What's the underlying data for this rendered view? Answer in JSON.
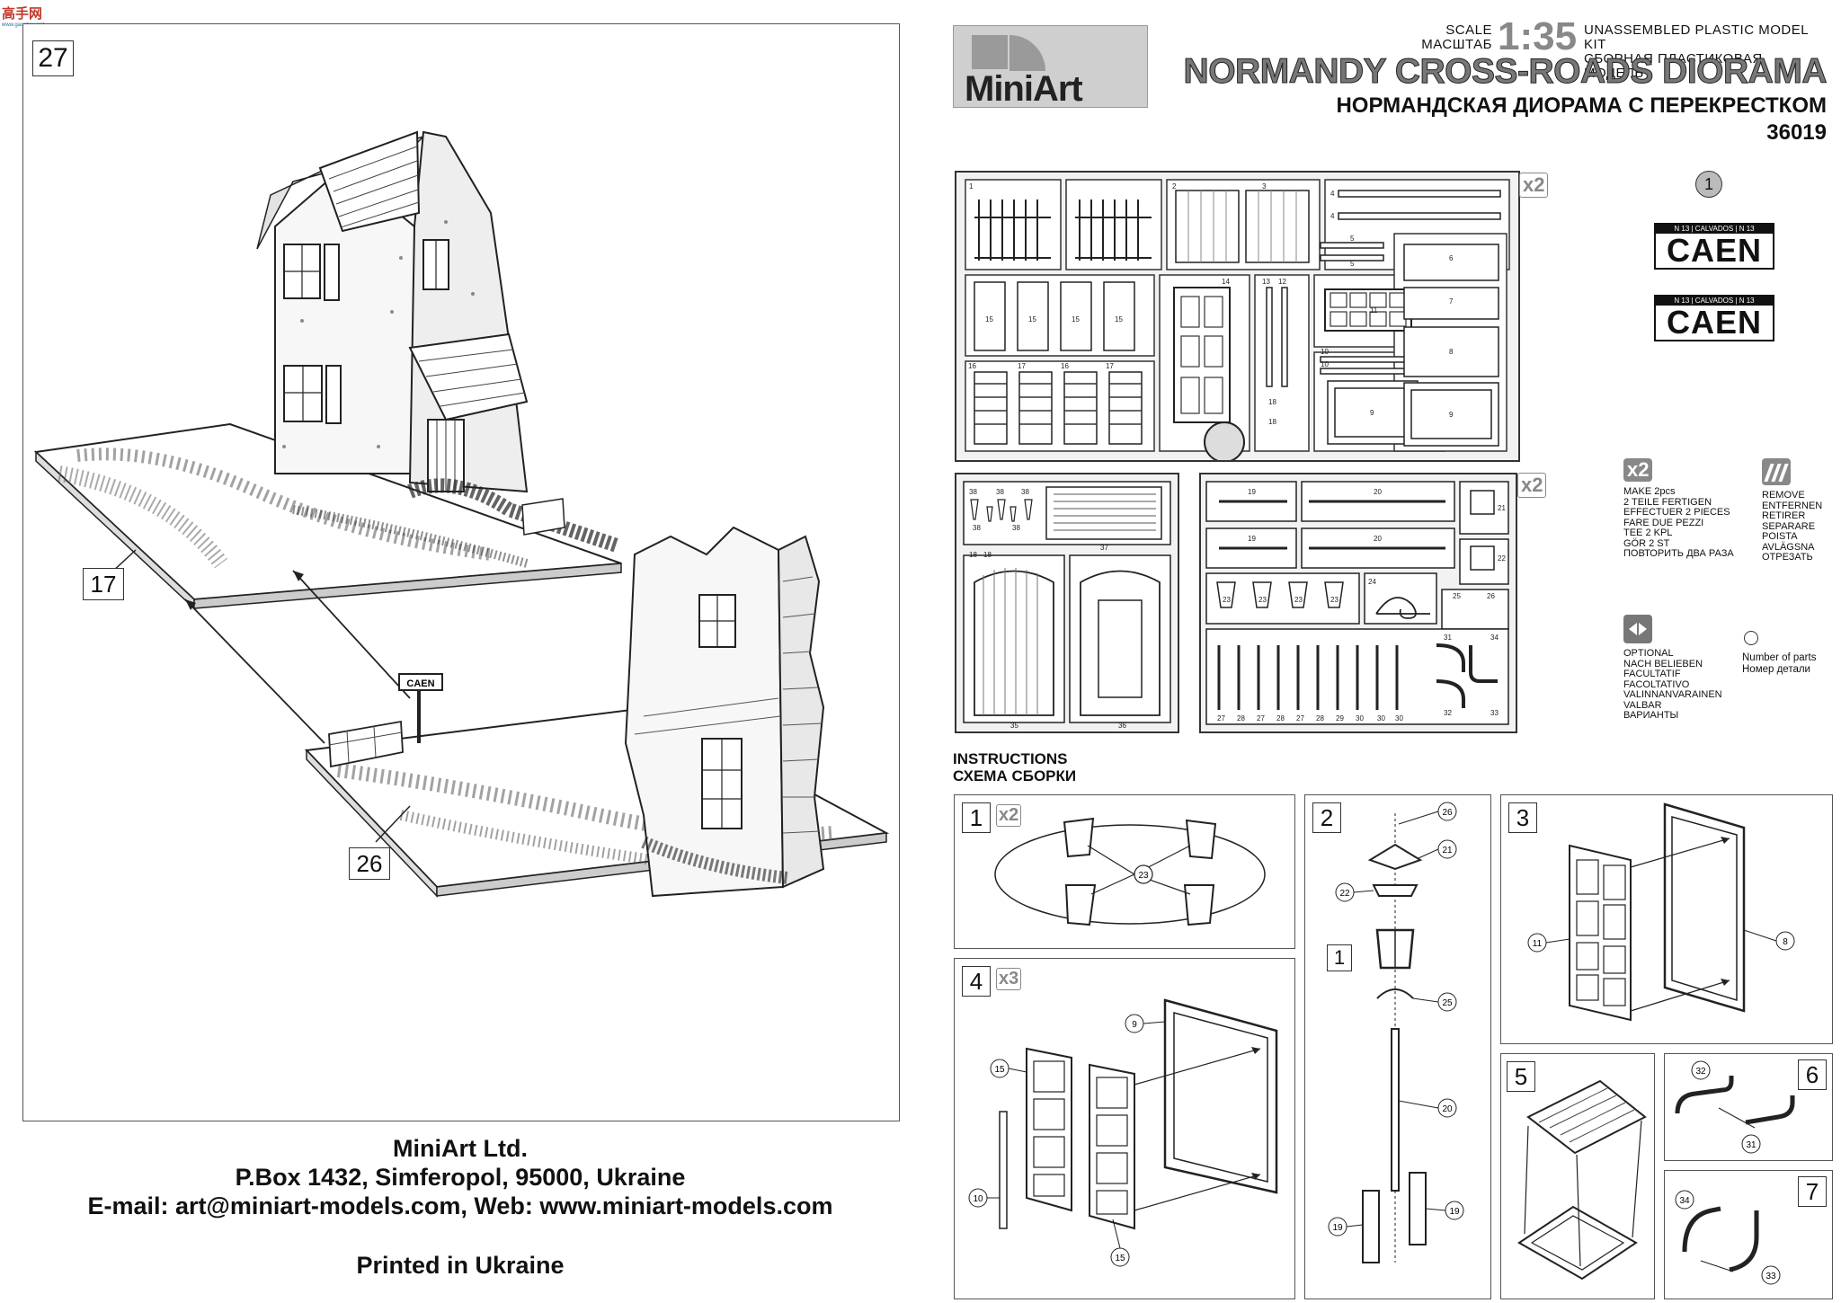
{
  "watermark": {
    "text": "高手网"
  },
  "header": {
    "logo": "MiniArt",
    "scale_label_en": "SCALE",
    "scale_label_ru": "МАСШТАБ",
    "scale_value": "1:35",
    "kit_type_en": "UNASSEMBLED PLASTIC MODEL KIT",
    "kit_type_ru": "СБОРНАЯ ПЛАСТИКОВАЯ МОДЕЛЬ",
    "title_en": "NORMANDY CROSS-ROADS DIORAMA",
    "title_ru": "НОРМАНДСКАЯ ДИОРАМА С ПЕРЕКРЕСТКОМ",
    "kit_number": "36019"
  },
  "overview": {
    "step_number": "27",
    "callouts": [
      "17",
      "26"
    ],
    "sign_text": "CAEN"
  },
  "footer": {
    "company": "MiniArt Ltd.",
    "address": "P.Box 1432, Simferopol,  95000, Ukraine",
    "contact": "E-mail: art@miniart-models.com, Web: www.miniart-models.com",
    "printed": "Printed in Ukraine"
  },
  "sprues": {
    "sprue_a_multiplier": "x2",
    "sprue_b_multiplier": "x2",
    "decal_number": "1",
    "decal_header": "N 13 | CALVADOS | N 13",
    "decal_text": "CAEN"
  },
  "legend": {
    "make2": {
      "icon": "x2",
      "lines": [
        "MAKE 2pcs",
        "2 TEILE FERTIGEN",
        "EFFECTUER 2 PIECES",
        "FARE DUE PEZZI",
        "TEE 2 KPL",
        "GÖR 2 ST",
        "ПОВТОРИТЬ ДВА РАЗА"
      ]
    },
    "remove": {
      "icon": "remove-icon",
      "lines": [
        "REMOVE",
        "ENTFERNEN",
        "RETIRER",
        "SEPARARE",
        "POISTA",
        "AVLÄGSNA",
        "ОТРЕЗАТЬ"
      ]
    },
    "optional": {
      "icon": "optional-icon",
      "lines": [
        "OPTIONAL",
        "NACH BELIEBEN",
        "FACULTATIF",
        "FACOLTATIVO",
        "VALINNANVARAINEN",
        "VALBAR",
        "ВАРИАНТЫ"
      ]
    },
    "number_of_parts": {
      "icon": "circle-icon",
      "lines": [
        "Number of parts",
        "Номер детали"
      ]
    }
  },
  "instructions": {
    "title_en": "INSTRUCTIONS",
    "title_ru": "СХЕМА СБОРКИ",
    "steps": [
      {
        "number": "1",
        "multiplier": "x2",
        "parts": [
          "23"
        ]
      },
      {
        "number": "2",
        "parts": [
          "26",
          "21",
          "22",
          "1",
          "25",
          "20",
          "19",
          "19"
        ]
      },
      {
        "number": "3",
        "parts": [
          "11",
          "8"
        ]
      },
      {
        "number": "4",
        "multiplier": "x3",
        "parts": [
          "9",
          "15",
          "10",
          "15"
        ]
      },
      {
        "number": "5",
        "parts": []
      },
      {
        "number": "6",
        "parts": [
          "32",
          "31"
        ]
      },
      {
        "number": "7",
        "parts": [
          "34",
          "33"
        ]
      }
    ]
  }
}
